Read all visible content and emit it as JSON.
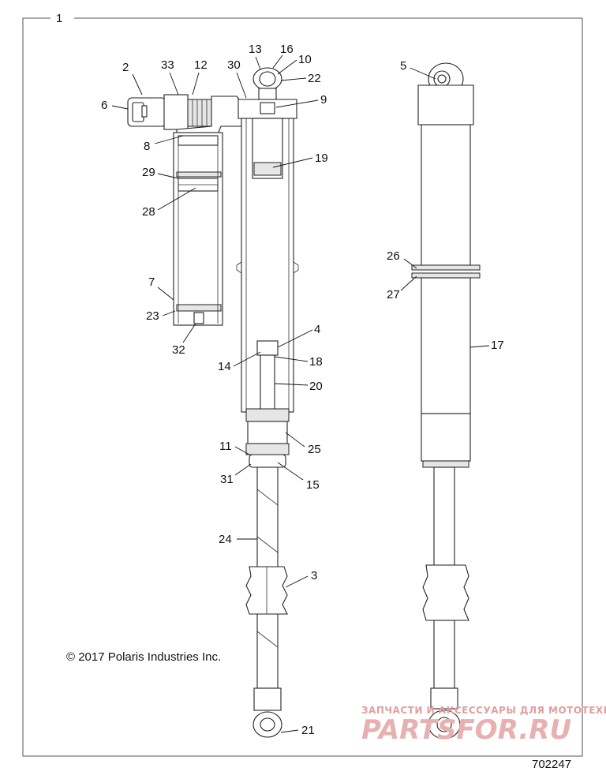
{
  "diagram": {
    "frame_callout": "1",
    "callouts": [
      "2",
      "33",
      "12",
      "30",
      "13",
      "16",
      "10",
      "22",
      "9",
      "6",
      "8",
      "19",
      "29",
      "28",
      "7",
      "23",
      "32",
      "4",
      "14",
      "18",
      "20",
      "11",
      "25",
      "31",
      "15",
      "24",
      "3",
      "21",
      "5",
      "26",
      "27",
      "17"
    ],
    "copyright": "© 2017 Polaris Industries Inc.",
    "document_number": "702247",
    "watermark": {
      "tagline": "ЗАПЧАСТИ И АКСЕССУАРЫ ДЛЯ МОТОТЕХНИКИ",
      "brand": "PARTSFOR.RU"
    }
  }
}
